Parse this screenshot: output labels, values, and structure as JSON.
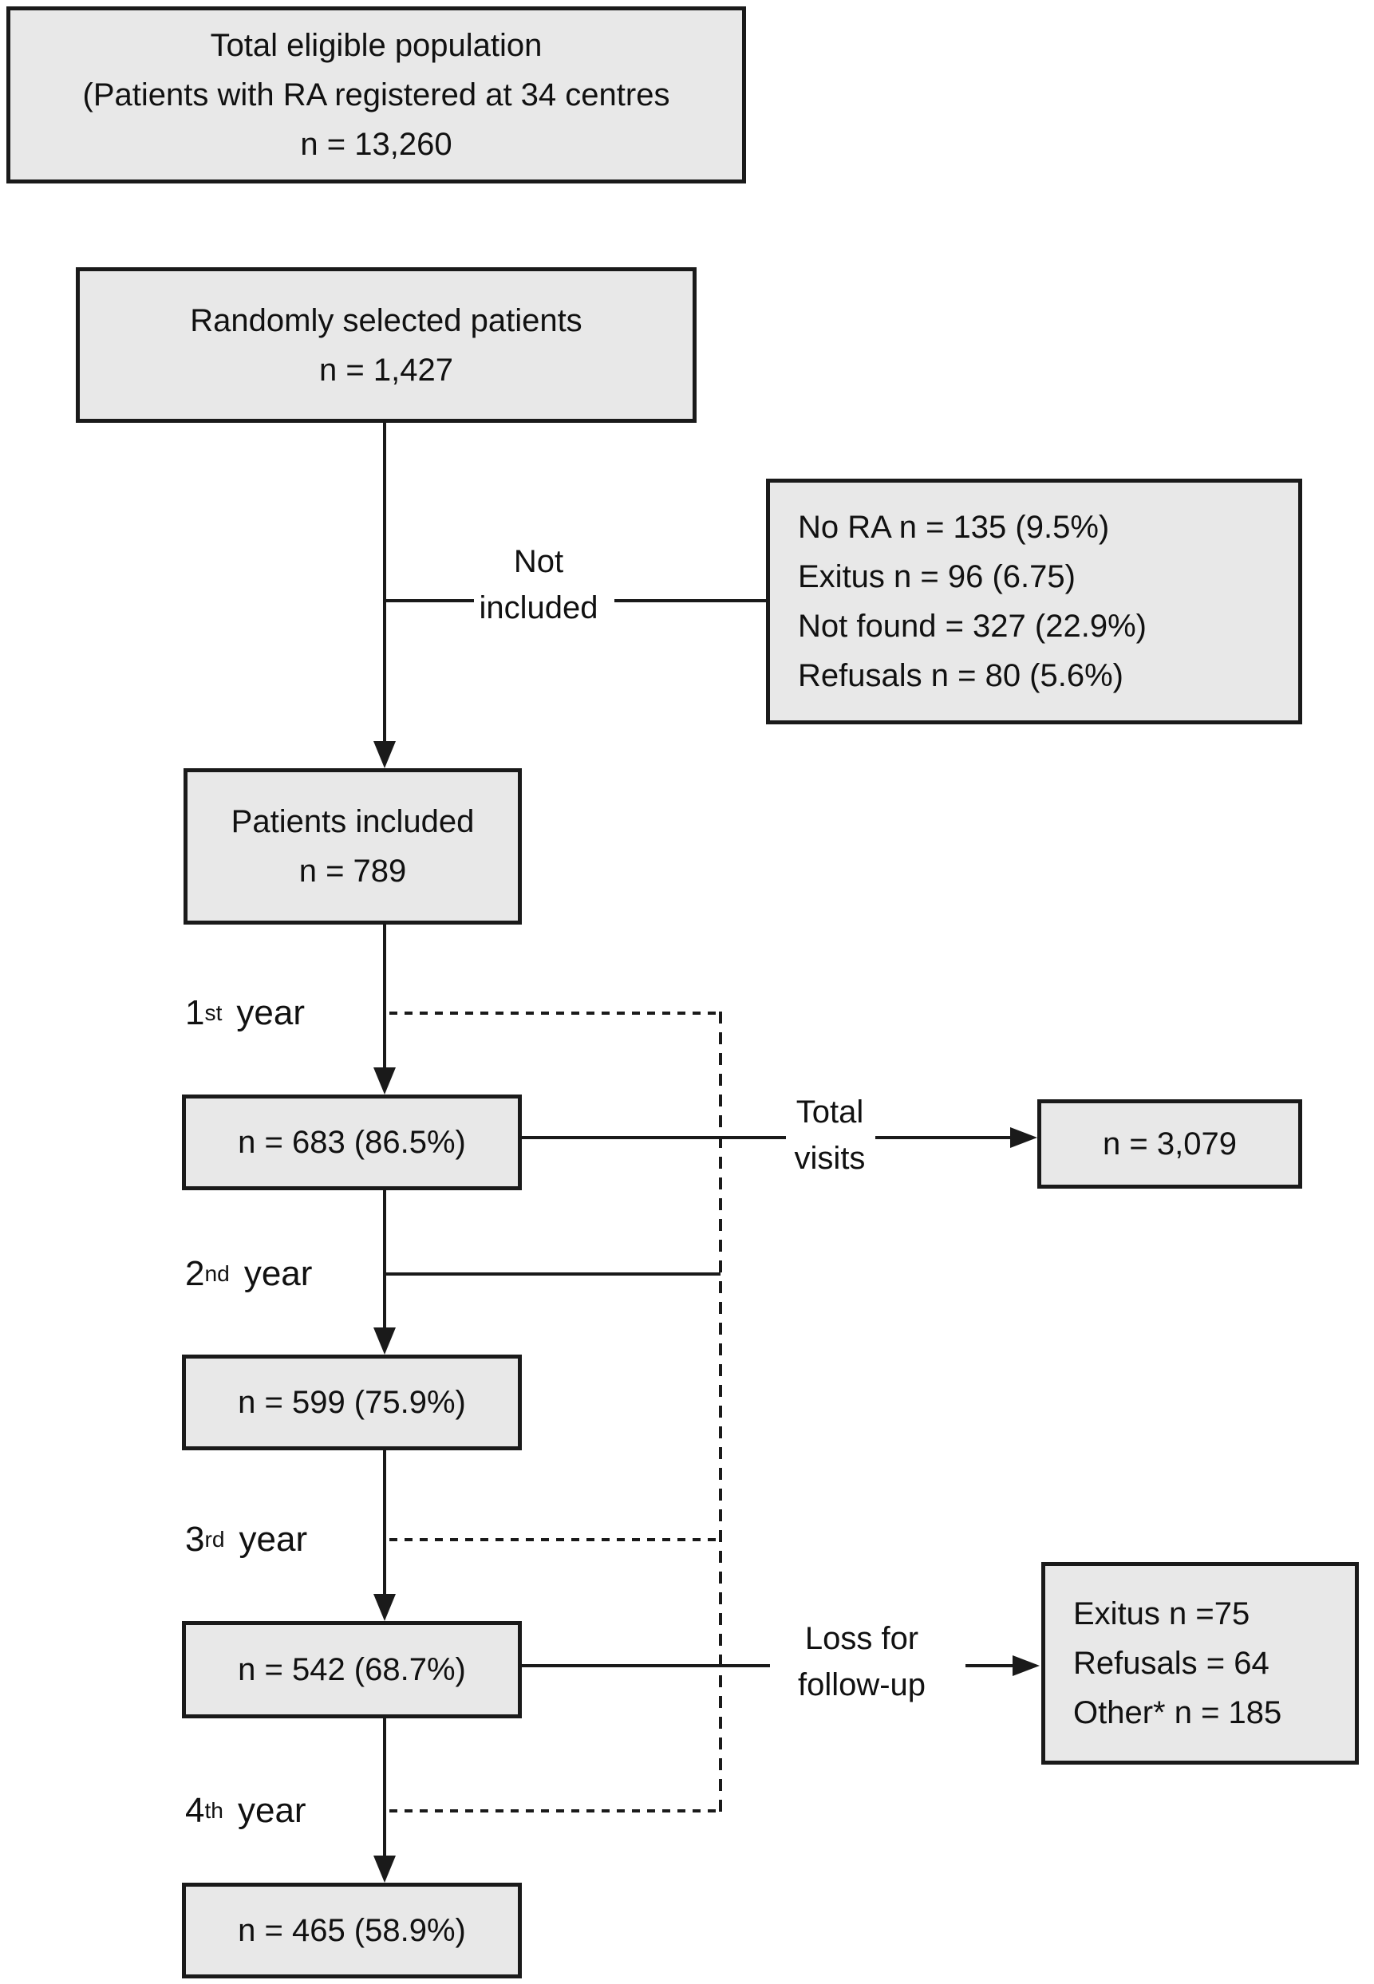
{
  "figure": {
    "background": "#ffffff",
    "box_fill": "#e8e8e8",
    "line_color": "#1a1a1a",
    "boxes": {
      "total_eligible": {
        "line1": "Total eligible population",
        "line2": "(Patients with RA registered at 34 centres",
        "line3": "n = 13,260"
      },
      "randomly_selected": {
        "line1": "Randomly selected patients",
        "line2": "n = 1,427"
      },
      "exclusions": {
        "line1": "No RA n = 135 (9.5%)",
        "line2": "Exitus n = 96 (6.75)",
        "line3": "Not found = 327 (22.9%)",
        "line4": "Refusals n = 80 (5.6%)"
      },
      "patients_included": {
        "line1": "Patients included",
        "line2": "n = 789"
      },
      "year1_result": {
        "value": "n = 683 (86.5%)"
      },
      "total_visits_value": {
        "value": "n = 3,079"
      },
      "year2_result": {
        "value": "n = 599 (75.9%)"
      },
      "year3_result": {
        "value": "n = 542 (68.7%)"
      },
      "loss_followup": {
        "line1": "Exitus n =75",
        "line2": "Refusals = 64",
        "line3": "Other* n = 185"
      },
      "year4_result": {
        "value": "n = 465 (58.9%)"
      }
    },
    "labels": {
      "not_included": {
        "line1": "Not",
        "line2": "included"
      },
      "total_visits": {
        "line1": "Total",
        "line2": "visits"
      },
      "loss_followup": {
        "line1": "Loss for",
        "line2": "follow-up"
      },
      "year1": {
        "ordinal": "1",
        "suffix": "st",
        "word": "year"
      },
      "year2": {
        "ordinal": "2",
        "suffix": "nd",
        "word": "year"
      },
      "year3": {
        "ordinal": "3",
        "suffix": "rd",
        "word": "year"
      },
      "year4": {
        "ordinal": "4",
        "suffix": "th",
        "word": "year"
      }
    }
  }
}
